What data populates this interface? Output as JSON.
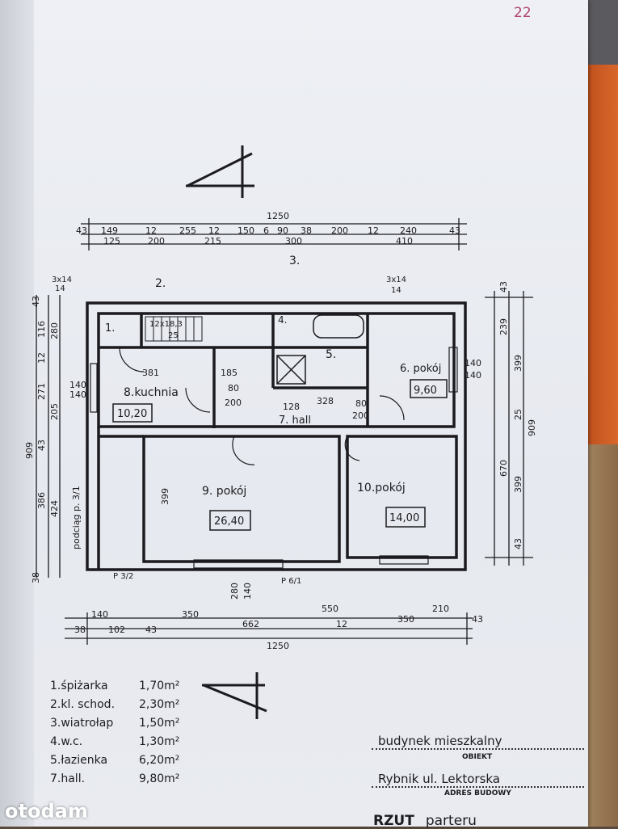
{
  "page_number": "22",
  "watermark": "otodam",
  "plan": {
    "top_dims": {
      "total": "1250",
      "row1": [
        "43",
        "149",
        "12",
        "255",
        "12",
        "150",
        "6",
        "90",
        "38",
        "200",
        "12",
        "240",
        "43"
      ],
      "row2": [
        "125",
        "200",
        "215",
        "300",
        "410"
      ]
    },
    "bottom_dims": {
      "row1": [
        "140",
        "350",
        "550",
        "210"
      ],
      "row2": [
        "38",
        "102",
        "43",
        "662",
        "12",
        "350",
        "43"
      ],
      "total": "1250"
    },
    "left_dims": [
      "43",
      "116",
      "12",
      "271",
      "43",
      "386",
      "38",
      "280",
      "205",
      "424",
      "909",
      "140",
      "140"
    ],
    "right_dims": [
      "43",
      "239",
      "399",
      "25",
      "399",
      "43",
      "670",
      "909",
      "140",
      "140"
    ],
    "rooms": [
      {
        "label": "1.",
        "area": ""
      },
      {
        "label": "2.",
        "area": ""
      },
      {
        "label": "3.",
        "area": ""
      },
      {
        "label": "4.",
        "area": ""
      },
      {
        "label": "5.",
        "area": ""
      },
      {
        "label": "6. pokój",
        "area": "9,60"
      },
      {
        "label": "7. hall",
        "area": ""
      },
      {
        "label": "8.kuchnia",
        "area": "10,20"
      },
      {
        "label": "9. pokój",
        "area": "26,40"
      },
      {
        "label": "10.pokój",
        "area": "14,00"
      }
    ],
    "notes": {
      "stairs": "12x18,3",
      "stairs2": "25",
      "beam": "podciąg p. 3/1",
      "p32": "P 3/2",
      "p61": "P 6/1",
      "vent_left": "3x14",
      "vent_left2": "14",
      "vent_right": "3x14",
      "vent_right2": "14",
      "d381": "381",
      "d185": "185",
      "d128": "128",
      "d328": "328",
      "door": "80",
      "door_h": "200",
      "w399": "399",
      "w280": "280",
      "w140": "140"
    }
  },
  "legend": [
    {
      "name": "1.śpiżarka",
      "area": "1,70m²"
    },
    {
      "name": "2.kl. schod.",
      "area": "2,30m²"
    },
    {
      "name": "3.wiatrołap",
      "area": "1,50m²"
    },
    {
      "name": "4.w.c.",
      "area": "1,30m²"
    },
    {
      "name": "5.łazienka",
      "area": "6,20m²"
    },
    {
      "name": "7.hall.",
      "area": "9,80m²"
    }
  ],
  "title_block": {
    "object_value": "budynek mieszkalny",
    "object_caption": "OBIEKT",
    "address_value": "Rybnik ul. Lektorska",
    "address_caption": "ADRES BUDOWY",
    "view_label": "RZUT",
    "view_value": "parteru"
  }
}
